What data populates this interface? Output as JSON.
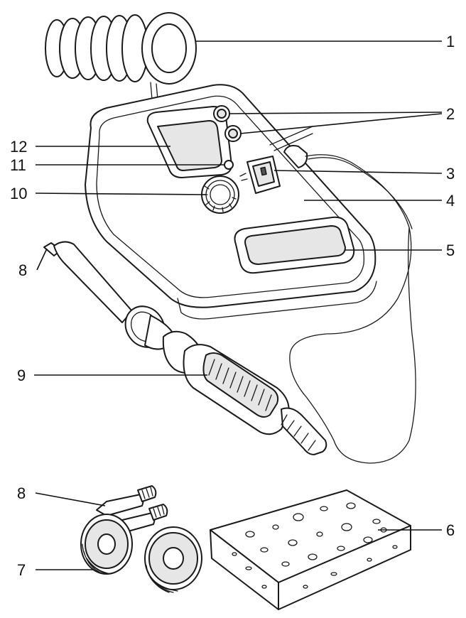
{
  "callouts": {
    "c1": "1",
    "c2": "2",
    "c3": "3",
    "c4": "4",
    "c5": "5",
    "c6": "6",
    "c7": "7",
    "c8a": "8",
    "c8b": "8",
    "c9": "9",
    "c10": "10",
    "c11": "11",
    "c12": "12"
  },
  "colors": {
    "ink": "#1a1a1a",
    "background": "#ffffff"
  }
}
